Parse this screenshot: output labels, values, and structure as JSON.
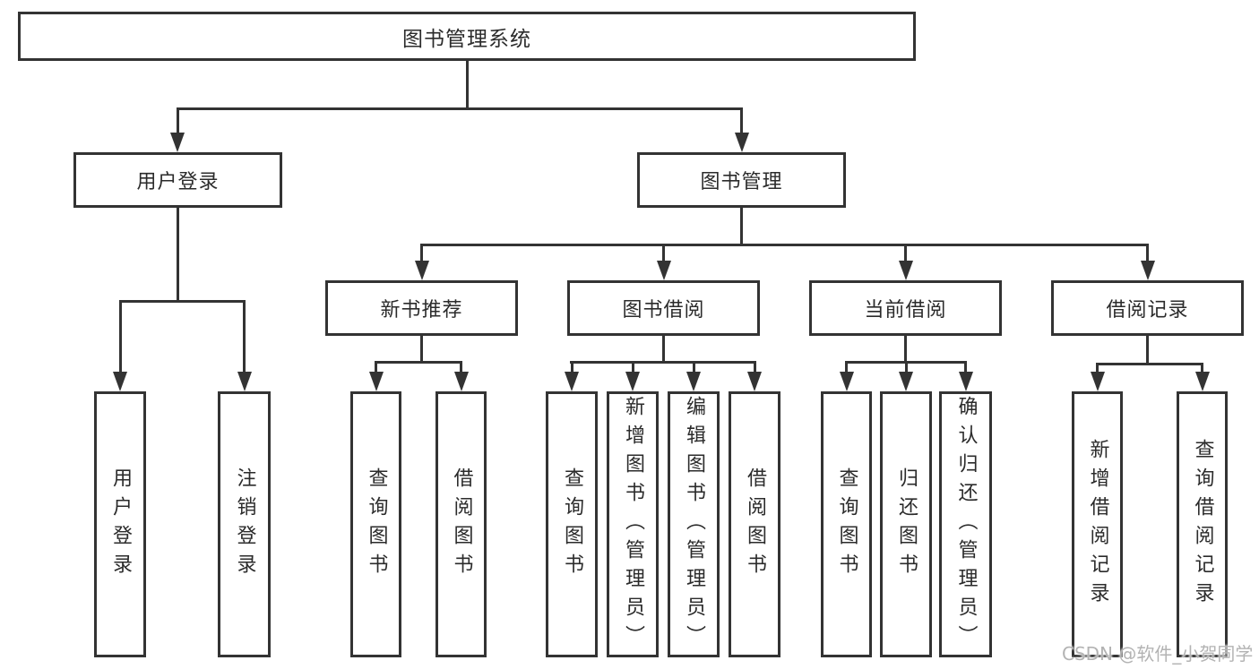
{
  "colors": {
    "line": "#333333",
    "text": "#2b2b2b",
    "watermark": "#b3b3b3",
    "background": "#ffffff"
  },
  "tree": {
    "root": "图书管理系统",
    "level2": [
      "用户登录",
      "图书管理"
    ],
    "level3": [
      "新书推荐",
      "图书借阅",
      "当前借阅",
      "借阅记录"
    ],
    "leaves_user": [
      "用户登录",
      "注销登录"
    ],
    "leaves_recommend": [
      "查询图书",
      "借阅图书"
    ],
    "leaves_borrow": [
      "查询图书",
      "新增图书（管理员）",
      "编辑图书（管理员）",
      "借阅图书"
    ],
    "leaves_current": [
      "查询图书",
      "归还图书",
      "确认归还（管理员）"
    ],
    "leaves_records": [
      "新增借阅记录",
      "查询借阅记录"
    ]
  },
  "watermark": "CSDN @软件_小贺同学"
}
